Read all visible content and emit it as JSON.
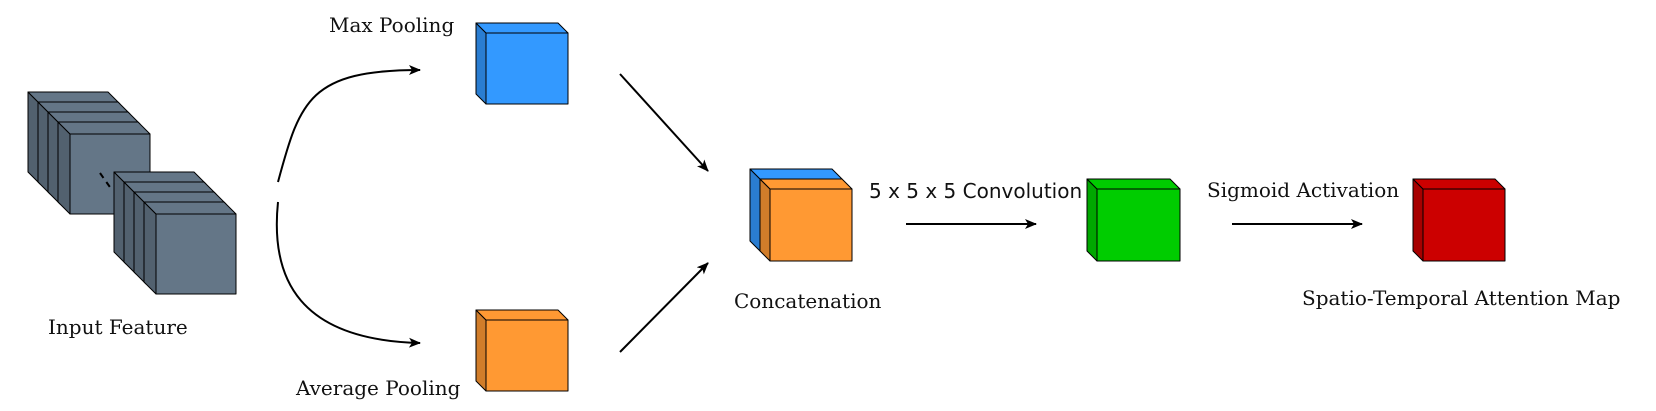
{
  "labels": {
    "input_feature": "Input Feature",
    "max_pooling": "Max Pooling",
    "average_pooling": "Average Pooling",
    "concatenation": "Concatenation",
    "convolution": "5 x 5 x 5 Convolution",
    "sigmoid": "Sigmoid Activation",
    "attention_map": "Spatio-Temporal Attention Map"
  },
  "colors": {
    "input_slice": "#647687",
    "max_pool": "#3399ff",
    "avg_pool": "#ff9933",
    "conv_output": "#00cc00",
    "attention": "#cc0000",
    "stroke": "#000000"
  }
}
